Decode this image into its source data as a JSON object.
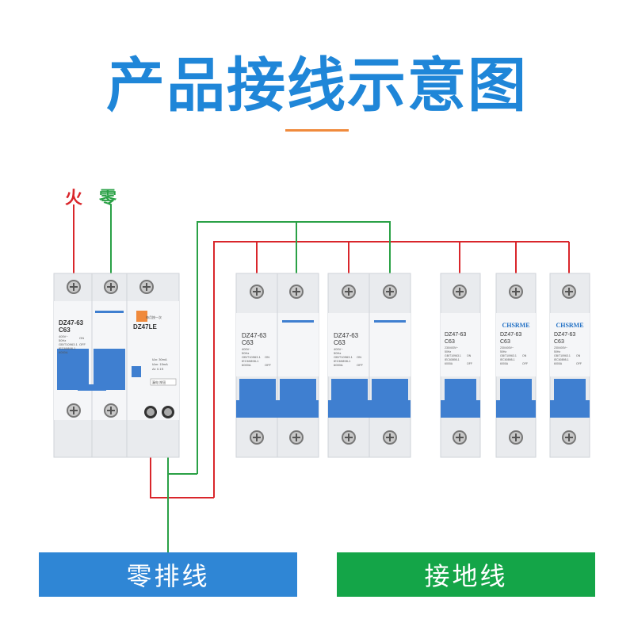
{
  "title": "产品接线示意图",
  "labels": {
    "live": "火",
    "neutral": "零"
  },
  "rcbo": {
    "model": "DZ47-63",
    "rating": "C63",
    "spec_lines": [
      "400V~",
      "50Hz",
      "GB/T10963.1",
      "IEC60898-1",
      "6000A"
    ],
    "on_text": "ON",
    "off_text": "OFF",
    "rcd_model": "DZ47LE",
    "test_note": "每月按一次",
    "rcd_specs": [
      "IΔn: 30mA",
      "IΔm: 15mA",
      "Δt: 0.1S"
    ],
    "test_button": "漏电 按钮"
  },
  "breaker2p": {
    "model": "DZ47-63",
    "rating": "C63",
    "spec_lines": [
      "400V~",
      "50Hz",
      "GB/T10963.1",
      "IEC60898-1",
      "6000A"
    ],
    "on_text": "ON",
    "off_text": "OFF"
  },
  "breaker1p": {
    "brand": "CHSRME",
    "model": "DZ47-63",
    "rating": "C63",
    "spec_lines": [
      "230/400V~",
      "50Hz",
      "GB/T10963.1",
      "IEC60898-1",
      "6000A"
    ],
    "on_text": "ON",
    "off_text": "OFF"
  },
  "footer": {
    "neutral_bar": "零排线",
    "ground_wire": "接地线"
  },
  "colors": {
    "title": "#1f86d8",
    "live_wire": "#d9262b",
    "neutral_wire": "#2aa146",
    "handle": "#3f7fd0",
    "neutral_box": "#2f86d5",
    "ground_box": "#14a548",
    "accent": "#f08a3c"
  }
}
